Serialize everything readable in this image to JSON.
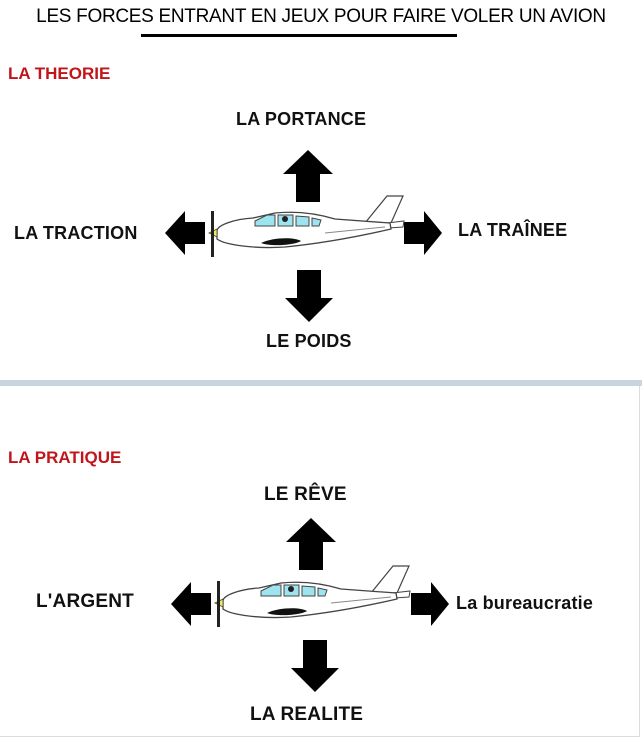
{
  "title": "LES FORCES ENTRANT EN JEUX POUR FAIRE VOLER UN AVION",
  "theory": {
    "label": "LA THEORIE",
    "up": "LA PORTANCE",
    "left": "LA TRACTION",
    "right": "LA TRAÎNEE",
    "down": "LE POIDS"
  },
  "practice": {
    "label": "LA PRATIQUE",
    "up": "LE RÊVE",
    "left": "L'ARGENT",
    "right": "La bureaucratie",
    "down": "LA REALITE"
  },
  "colors": {
    "section_label": "#c0161b",
    "divider": "#c7d5e0",
    "arrow": "#000000",
    "plane_body": "#ffffff",
    "window": "#9ee3f0",
    "accent": "#f2e85a"
  },
  "icons": [
    "arrow-up-icon",
    "arrow-down-icon",
    "arrow-left-icon",
    "arrow-right-icon",
    "airplane-icon"
  ]
}
